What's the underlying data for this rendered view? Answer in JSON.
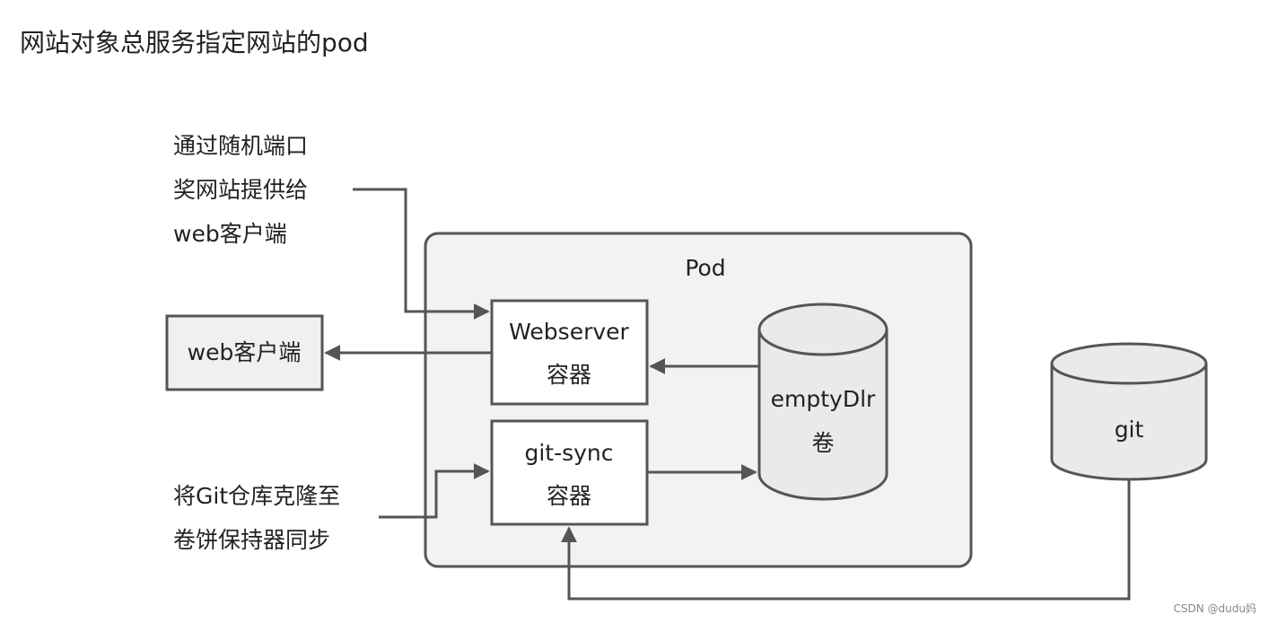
{
  "title": "网站对象总服务指定网站的pod",
  "notes": {
    "port_lines": [
      "通过随机端口",
      "奖网站提供给",
      "web客户端"
    ],
    "sync_lines": [
      "将Git仓库克隆至",
      "卷饼保持器同步"
    ]
  },
  "nodes": {
    "pod_label": "Pod",
    "web_client": "web客户端",
    "webserver_line1": "Webserver",
    "webserver_line2": "容器",
    "gitsync_line1": "git-sync",
    "gitsync_line2": "容器",
    "emptydir_line1": "emptyDlr",
    "emptydir_line2": "卷",
    "git": "git"
  },
  "watermark": "CSDN @dudu妈",
  "colors": {
    "stroke": "#555555",
    "pod_fill": "#f2f2f2",
    "box_fill": "#ffffff",
    "client_fill": "#f0f0f0",
    "cylinder_fill": "#eaeaea"
  }
}
